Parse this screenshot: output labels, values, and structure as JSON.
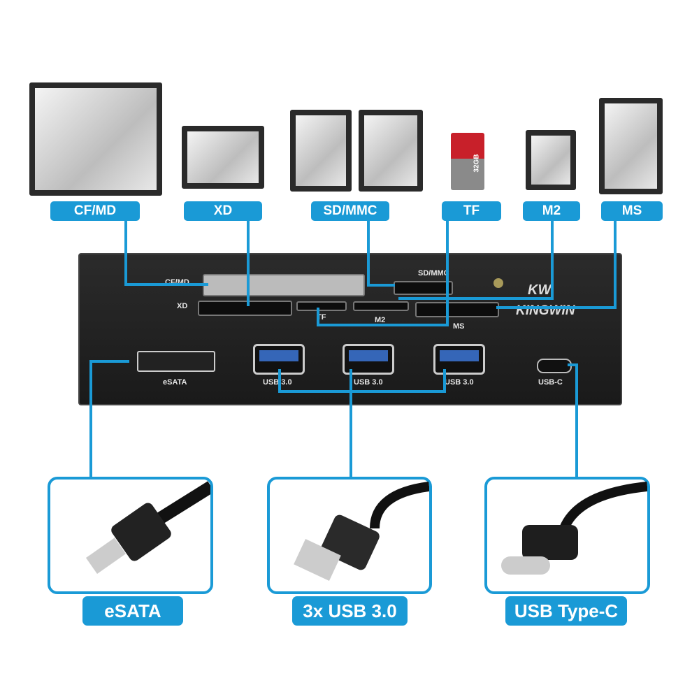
{
  "accent_color": "#1a9ad6",
  "card_labels": [
    "CF/MD",
    "XD",
    "SD/MMC",
    "TF",
    "M2",
    "MS"
  ],
  "tf_card_text": "32GB",
  "panel": {
    "brand": "KINGWIN",
    "logo": "KW",
    "slot_labels": {
      "cf": "CF/MD",
      "xd": "XD",
      "sd": "SD/MMC",
      "tf": "TF",
      "m2": "M2",
      "ms": "MS"
    },
    "port_labels": {
      "esata": "eSATA",
      "usb1": "USB 3.0",
      "usb2": "USB 3.0",
      "usb3": "USB 3.0",
      "usbc": "USB-C"
    }
  },
  "bottom_labels": [
    "eSATA",
    "3x USB 3.0",
    "USB Type-C"
  ]
}
